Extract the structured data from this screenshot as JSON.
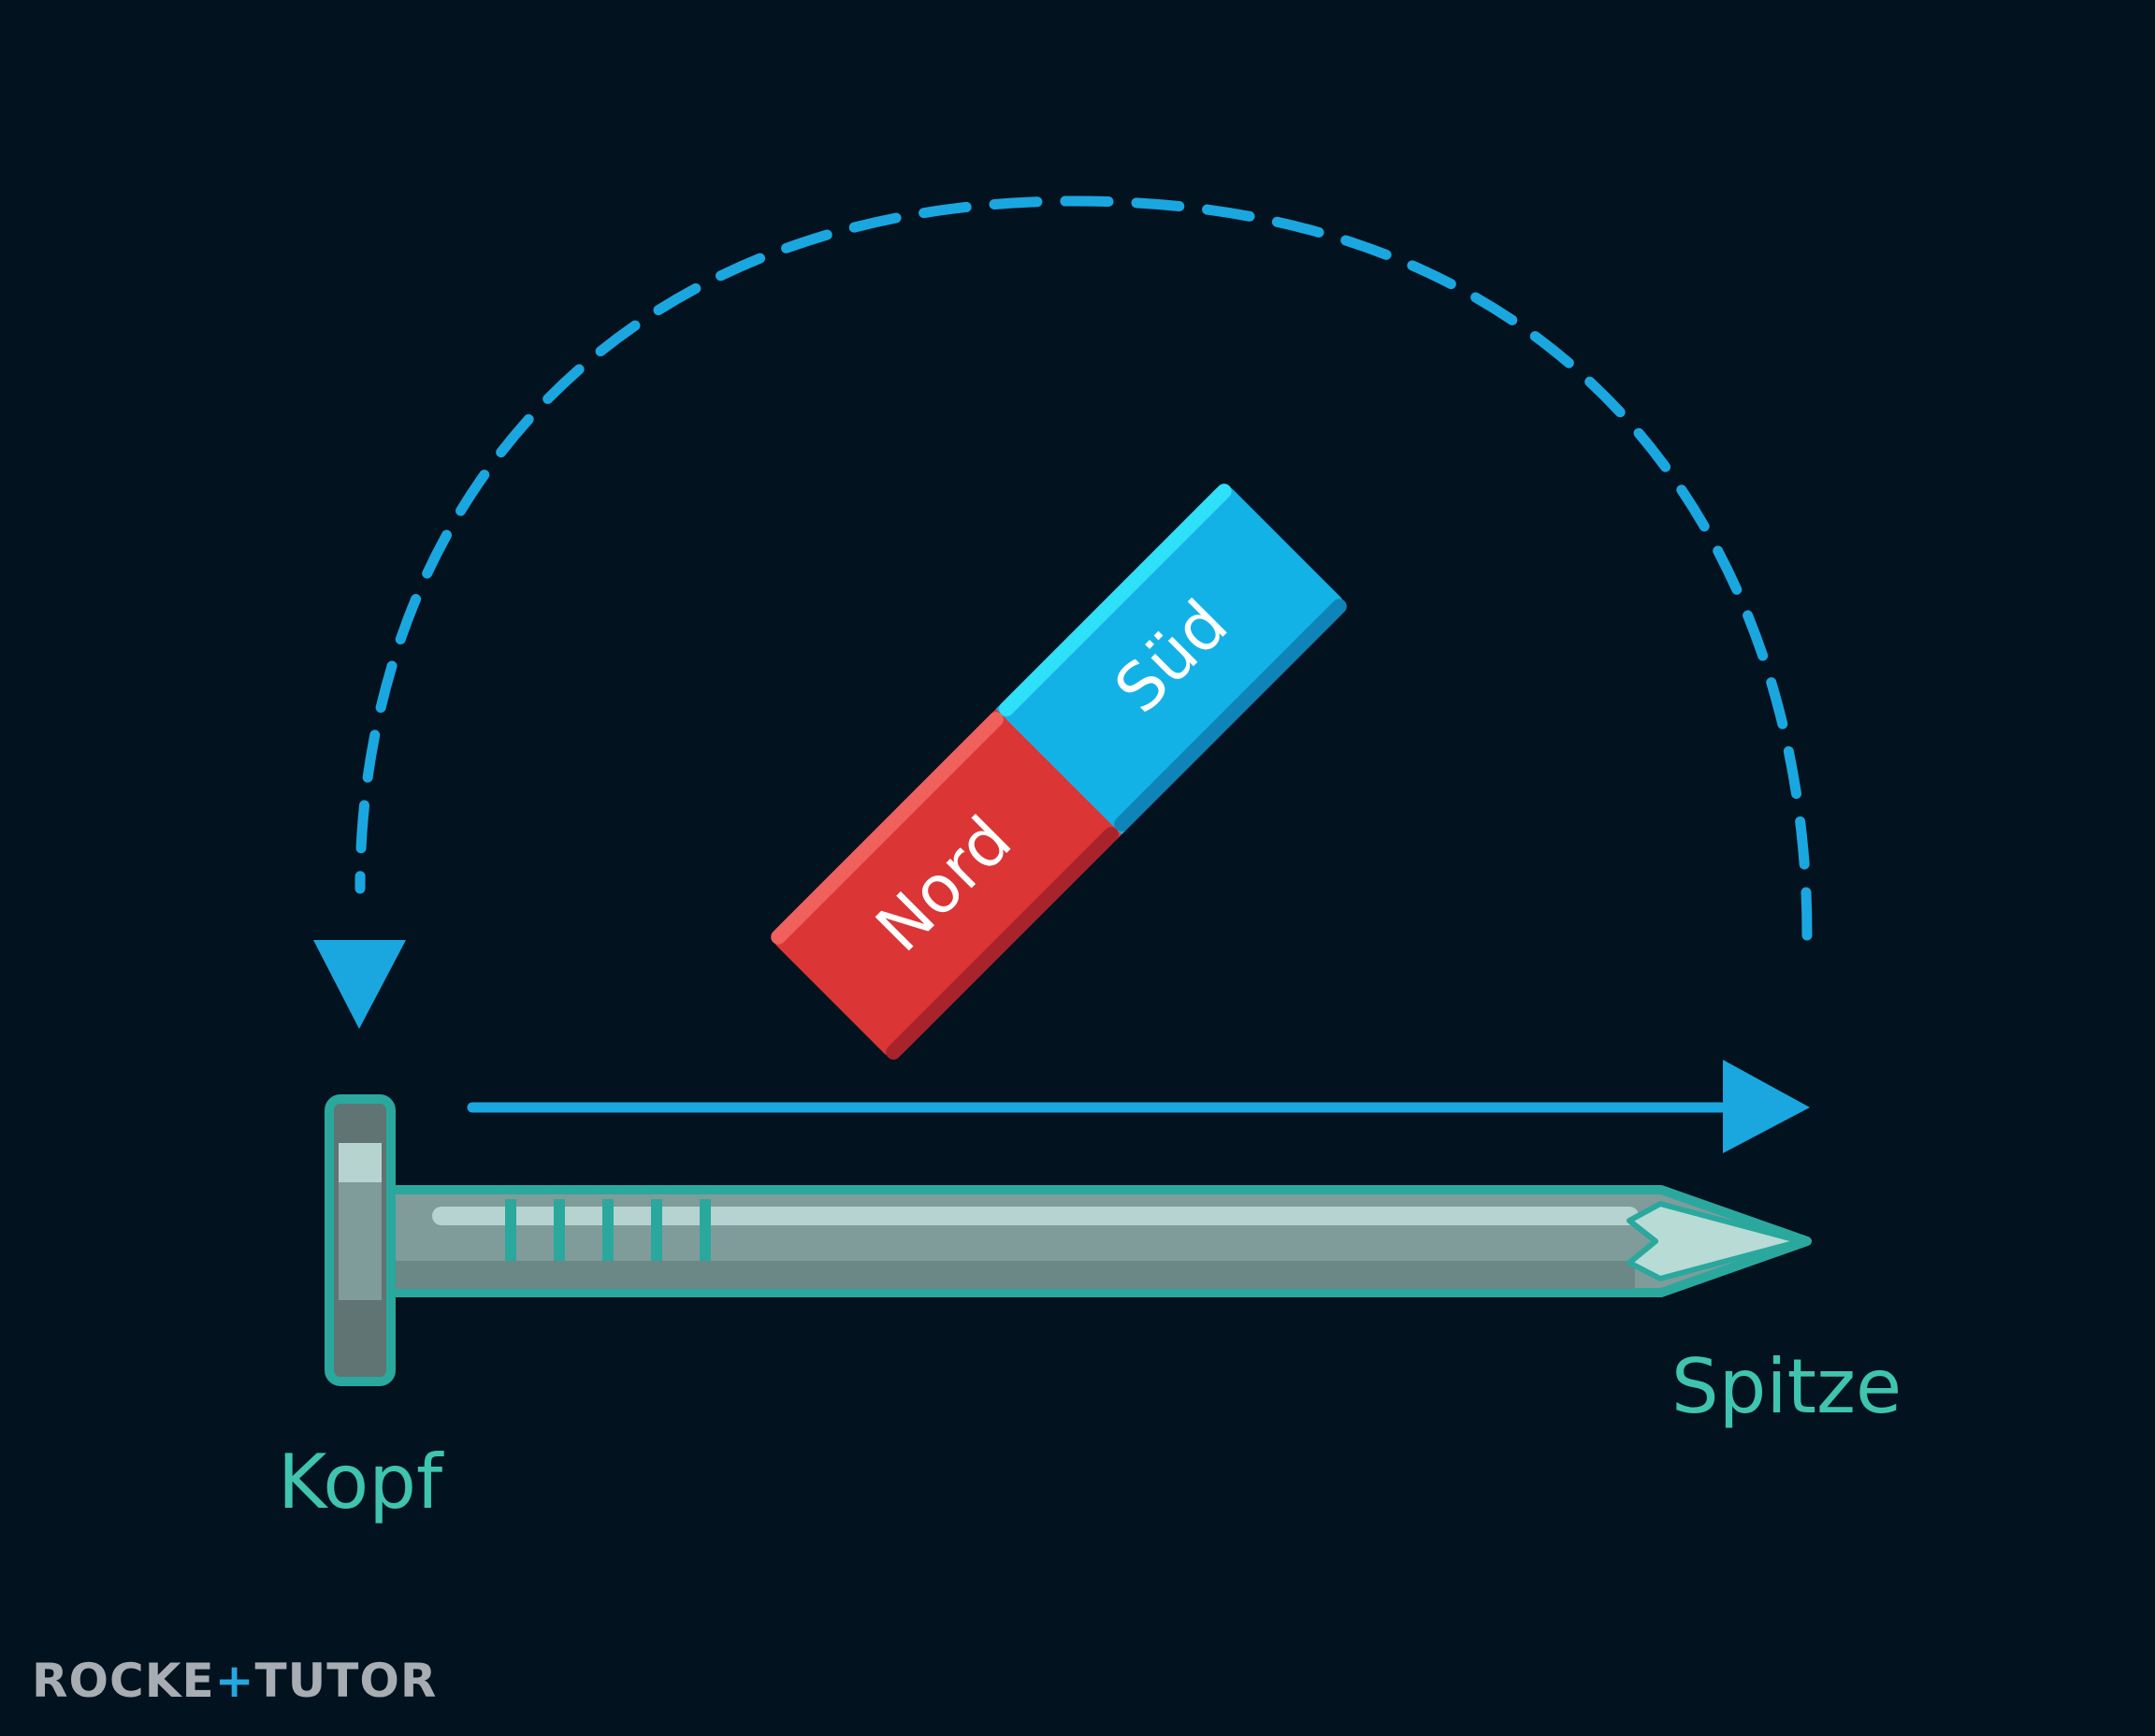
{
  "magnet": {
    "north_label": "Nord",
    "south_label": "Süd"
  },
  "nail": {
    "head_label": "Kopf",
    "tip_label": "Spitze"
  },
  "logo": {
    "text": "ROCKETTUTOR"
  },
  "colors": {
    "background": "#03121f",
    "arrow": "#1aa7e0",
    "north": "#dc3535",
    "south": "#13b2e6",
    "label": "#3fc4b0",
    "nail": "#7f9c9b",
    "nail_outline": "#2aa89e"
  }
}
